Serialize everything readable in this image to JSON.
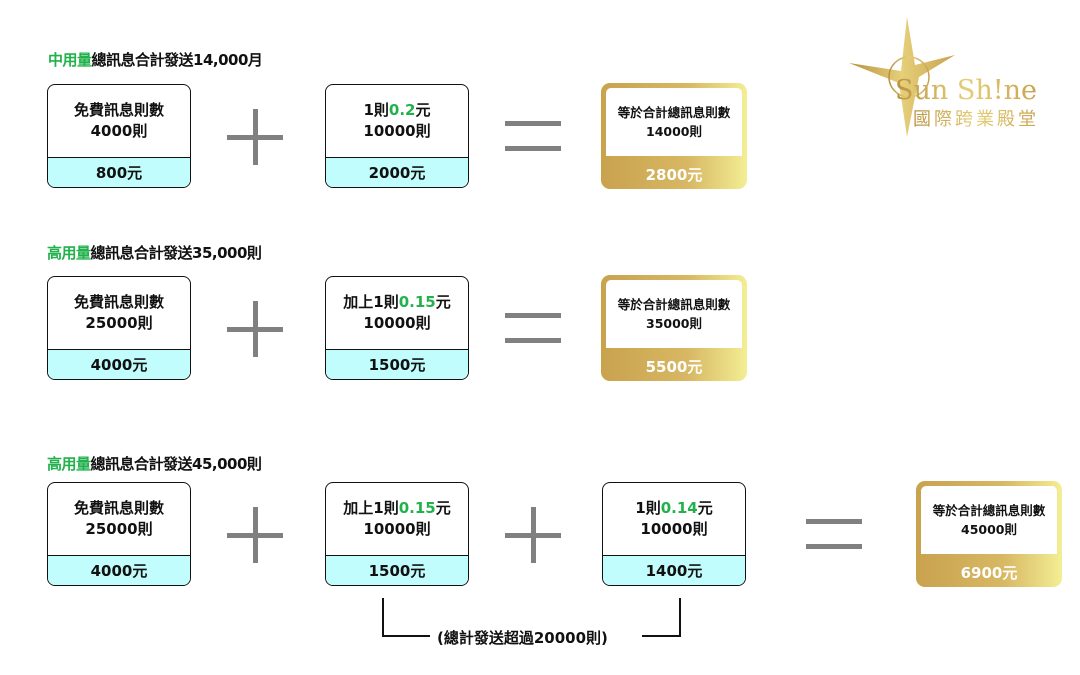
{
  "rows": [
    {
      "header_green": "中用量",
      "header_rest": "總訊息合計發送14,000月",
      "boxes": [
        {
          "line1": "免費訊息則數",
          "line2": "4000則",
          "price": "800元"
        },
        {
          "line1_pre": "1則",
          "line1_green": "0.2",
          "line1_post": "元",
          "line2": "10000則",
          "price": "2000元"
        }
      ],
      "total": {
        "line1": "等於合計總訊息則數",
        "line2": "14000則",
        "price": "2800元"
      }
    },
    {
      "header_green": "高用量",
      "header_rest": "總訊息合計發送35,000則",
      "boxes": [
        {
          "line1": "免費訊息則數",
          "line2": "25000則",
          "price": "4000元"
        },
        {
          "line1_pre": "加上1則",
          "line1_green": "0.15",
          "line1_post": "元",
          "line2": "10000則",
          "price": "1500元"
        }
      ],
      "total": {
        "line1": "等於合計總訊息則數",
        "line2": "35000則",
        "price": "5500元"
      }
    },
    {
      "header_green": "高用量",
      "header_rest": "總訊息合計發送45,000則",
      "boxes": [
        {
          "line1": "免費訊息則數",
          "line2": "25000則",
          "price": "4000元"
        },
        {
          "line1_pre": "加上1則",
          "line1_green": "0.15",
          "line1_post": "元",
          "line2": "10000則",
          "price": "1500元"
        },
        {
          "line1_pre": "1則",
          "line1_green": "0.14",
          "line1_post": "元",
          "line2": "10000則",
          "price": "1400元"
        }
      ],
      "total": {
        "line1": "等於合計總訊息則數",
        "line2": "45000則",
        "price": "6900元"
      }
    }
  ],
  "note": "(總計發送超過20000則)",
  "logo": {
    "name": "Sun Sh!ne",
    "subtitle": "國際跨業殿堂"
  },
  "colors": {
    "green": "#22b14c",
    "cyan": "#c0fdfc",
    "gold": "#c9a24e"
  }
}
